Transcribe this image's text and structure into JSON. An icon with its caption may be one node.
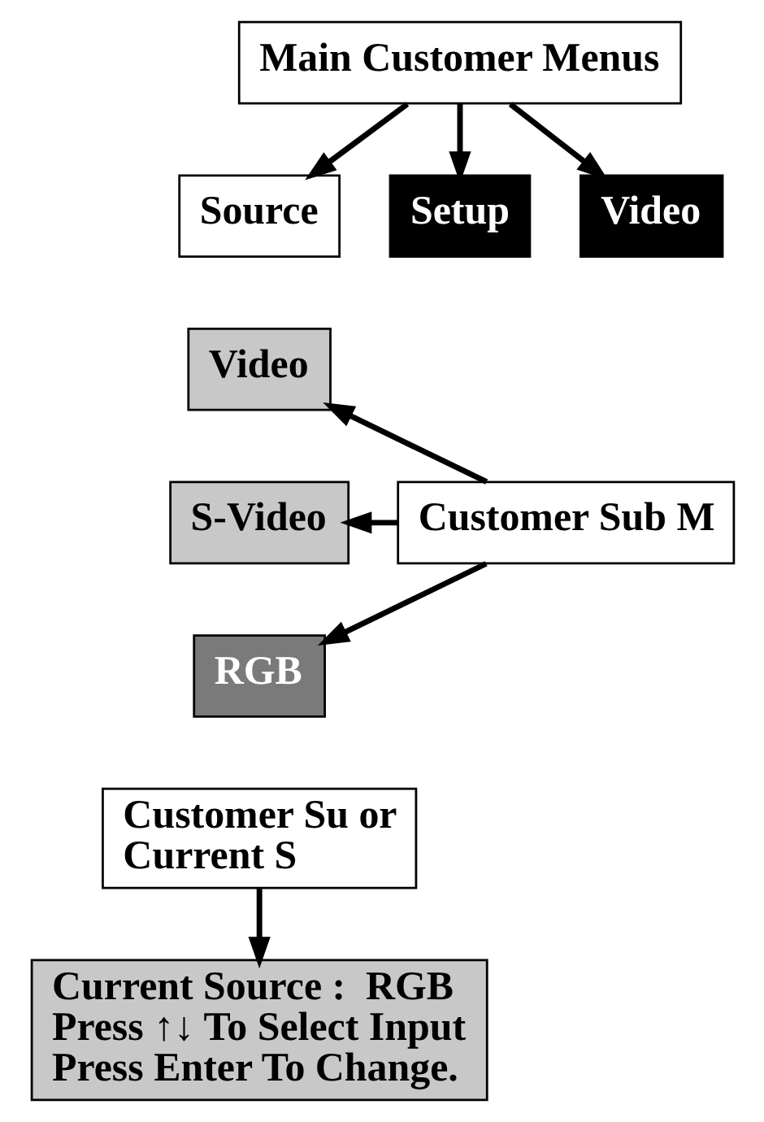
{
  "diagram": {
    "nodes": [
      {
        "text": [
          "Main Customer Menus"
        ]
      },
      {
        "text": [
          "Source"
        ]
      },
      {
        "text": [
          "Setup"
        ]
      },
      {
        "text": [
          "Video"
        ]
      },
      {
        "text": [
          "Video"
        ]
      },
      {
        "text": [
          "S-Video"
        ]
      },
      {
        "text": [
          "RGB"
        ]
      },
      {
        "text": [
          "Customer Sub M"
        ]
      },
      {
        "text": [
          "Customer Su or Current S"
        ]
      },
      {
        "text": [
          "Current Source :  RGB",
          "Press ↑↓ To Select Input",
          "Press Enter To Change."
        ]
      }
    ],
    "edges": [
      {
        "from": 0,
        "to": 1,
        "arrow": "to"
      },
      {
        "from": 0,
        "to": 2,
        "arrow": "to"
      },
      {
        "from": 0,
        "to": 3,
        "arrow": "to"
      },
      {
        "from": 7,
        "to": 4,
        "arrow": "to"
      },
      {
        "from": 7,
        "to": 5,
        "arrow": "to"
      },
      {
        "from": 7,
        "to": 6,
        "arrow": "to"
      },
      {
        "from": 8,
        "to": 9,
        "arrow": "to"
      }
    ]
  }
}
